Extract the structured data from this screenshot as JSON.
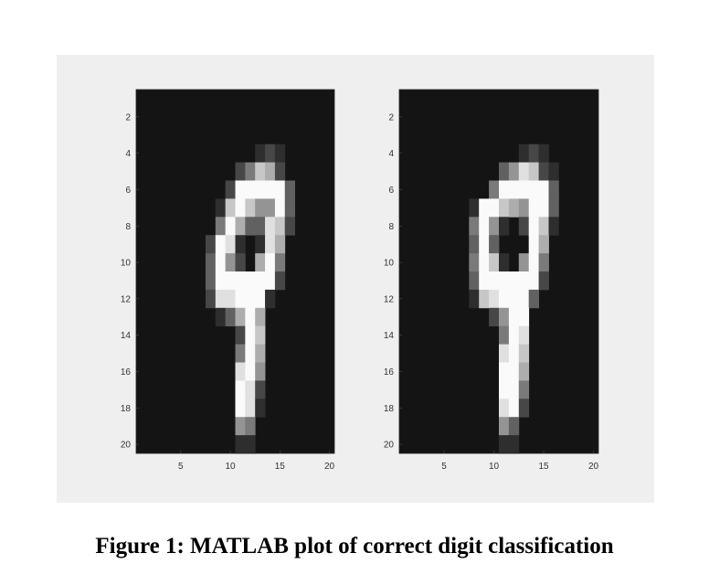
{
  "caption": "Figure 1: MATLAB plot of correct digit classification",
  "chart_data": [
    {
      "type": "heatmap",
      "colormap": "gray",
      "xlim": [
        0.5,
        20.5
      ],
      "ylim": [
        0.5,
        20.5
      ],
      "x_ticks": [
        5,
        10,
        15,
        20
      ],
      "y_ticks": [
        2,
        4,
        6,
        8,
        10,
        12,
        14,
        16,
        18,
        20
      ],
      "y_reversed": true,
      "rows": [
        "00000000000000000000",
        "00000000000000000000",
        "00000000000000000000",
        "00000000000012100000",
        "00000000002476200000",
        "00000000029999930000",
        "00000000179755930000",
        "00000000496338720000",
        "00000002981018600000",
        "00000003952069400000",
        "00000003999999200000",
        "00000002889991000000",
        "00000000136960000000",
        "00000000002970000000",
        "00000000004960000000",
        "00000000008950000000",
        "00000000009820000000",
        "00000000009810000000",
        "00000000005400000000",
        "00000000001100000000"
      ]
    },
    {
      "type": "heatmap",
      "colormap": "gray",
      "xlim": [
        0.5,
        20.5
      ],
      "ylim": [
        0.5,
        20.5
      ],
      "x_ticks": [
        5,
        10,
        15,
        20
      ],
      "y_ticks": [
        2,
        4,
        6,
        8,
        10,
        12,
        14,
        16,
        18,
        20
      ],
      "y_reversed": true,
      "rows": [
        "00000000000000000000",
        "00000000000000000000",
        "00000000000000000000",
        "00000000000012100000",
        "00000000003587210000",
        "00000000049999930000",
        "00000001997659930000",
        "00000004951029710000",
        "00000003930009600000",
        "00000004971059400000",
        "00000003999999200000",
        "00000001789993000000",
        "00000000025990000000",
        "00000000004980000000",
        "00000000008970000000",
        "00000000009960000000",
        "00000000009940000000",
        "00000000008920000000",
        "00000000005300000000",
        "00000000001100000000"
      ]
    }
  ]
}
